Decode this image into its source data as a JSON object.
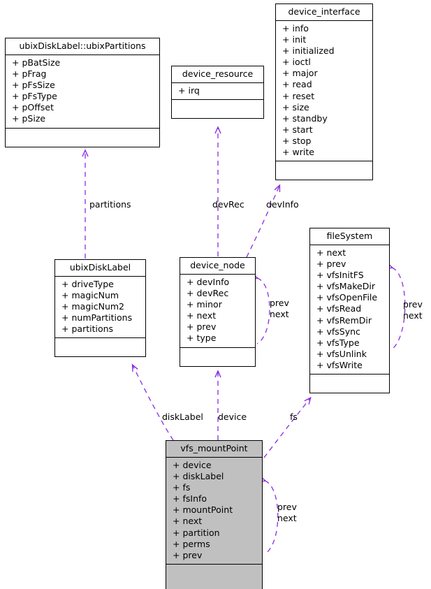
{
  "diagram": {
    "kind": "uml-collaboration-diagram",
    "focus_class": "vfs_mountPoint",
    "edge_color": "#8a2be2",
    "highlight_fill": "#c0c0c0",
    "box_border": "#000000",
    "background": "#ffffff"
  },
  "classes": {
    "ubixPartitions": {
      "title": "ubixDiskLabel::ubixPartitions",
      "members": [
        {
          "vis": "+",
          "name": "pBatSize"
        },
        {
          "vis": "+",
          "name": "pFrag"
        },
        {
          "vis": "+",
          "name": "pFsSize"
        },
        {
          "vis": "+",
          "name": "pFsType"
        },
        {
          "vis": "+",
          "name": "pOffset"
        },
        {
          "vis": "+",
          "name": "pSize"
        }
      ]
    },
    "device_resource": {
      "title": "device_resource",
      "members": [
        {
          "vis": "+",
          "name": "irq"
        }
      ]
    },
    "device_interface": {
      "title": "device_interface",
      "members": [
        {
          "vis": "+",
          "name": "info"
        },
        {
          "vis": "+",
          "name": "init"
        },
        {
          "vis": "+",
          "name": "initialized"
        },
        {
          "vis": "+",
          "name": "ioctl"
        },
        {
          "vis": "+",
          "name": "major"
        },
        {
          "vis": "+",
          "name": "read"
        },
        {
          "vis": "+",
          "name": "reset"
        },
        {
          "vis": "+",
          "name": "size"
        },
        {
          "vis": "+",
          "name": "standby"
        },
        {
          "vis": "+",
          "name": "start"
        },
        {
          "vis": "+",
          "name": "stop"
        },
        {
          "vis": "+",
          "name": "write"
        }
      ]
    },
    "ubixDiskLabel": {
      "title": "ubixDiskLabel",
      "members": [
        {
          "vis": "+",
          "name": "driveType"
        },
        {
          "vis": "+",
          "name": "magicNum"
        },
        {
          "vis": "+",
          "name": "magicNum2"
        },
        {
          "vis": "+",
          "name": "numPartitions"
        },
        {
          "vis": "+",
          "name": "partitions"
        }
      ]
    },
    "device_node": {
      "title": "device_node",
      "members": [
        {
          "vis": "+",
          "name": "devInfo"
        },
        {
          "vis": "+",
          "name": "devRec"
        },
        {
          "vis": "+",
          "name": "minor"
        },
        {
          "vis": "+",
          "name": "next"
        },
        {
          "vis": "+",
          "name": "prev"
        },
        {
          "vis": "+",
          "name": "type"
        }
      ]
    },
    "fileSystem": {
      "title": "fileSystem",
      "members": [
        {
          "vis": "+",
          "name": "next"
        },
        {
          "vis": "+",
          "name": "prev"
        },
        {
          "vis": "+",
          "name": "vfsInitFS"
        },
        {
          "vis": "+",
          "name": "vfsMakeDir"
        },
        {
          "vis": "+",
          "name": "vfsOpenFile"
        },
        {
          "vis": "+",
          "name": "vfsRead"
        },
        {
          "vis": "+",
          "name": "vfsRemDir"
        },
        {
          "vis": "+",
          "name": "vfsSync"
        },
        {
          "vis": "+",
          "name": "vfsType"
        },
        {
          "vis": "+",
          "name": "vfsUnlink"
        },
        {
          "vis": "+",
          "name": "vfsWrite"
        }
      ]
    },
    "vfs_mountPoint": {
      "title": "vfs_mountPoint",
      "members": [
        {
          "vis": "+",
          "name": "device"
        },
        {
          "vis": "+",
          "name": "diskLabel"
        },
        {
          "vis": "+",
          "name": "fs"
        },
        {
          "vis": "+",
          "name": "fsInfo"
        },
        {
          "vis": "+",
          "name": "mountPoint"
        },
        {
          "vis": "+",
          "name": "next"
        },
        {
          "vis": "+",
          "name": "partition"
        },
        {
          "vis": "+",
          "name": "perms"
        },
        {
          "vis": "+",
          "name": "prev"
        }
      ]
    }
  },
  "edge_labels": {
    "partitions": "partitions",
    "devRec": "devRec",
    "devInfo": "devInfo",
    "diskLabel": "diskLabel",
    "device": "device",
    "fs": "fs",
    "device_node_prev": "prev",
    "device_node_next": "next",
    "fileSystem_prev": "prev",
    "fileSystem_next": "next",
    "mountPoint_prev": "prev",
    "mountPoint_next": "next"
  }
}
